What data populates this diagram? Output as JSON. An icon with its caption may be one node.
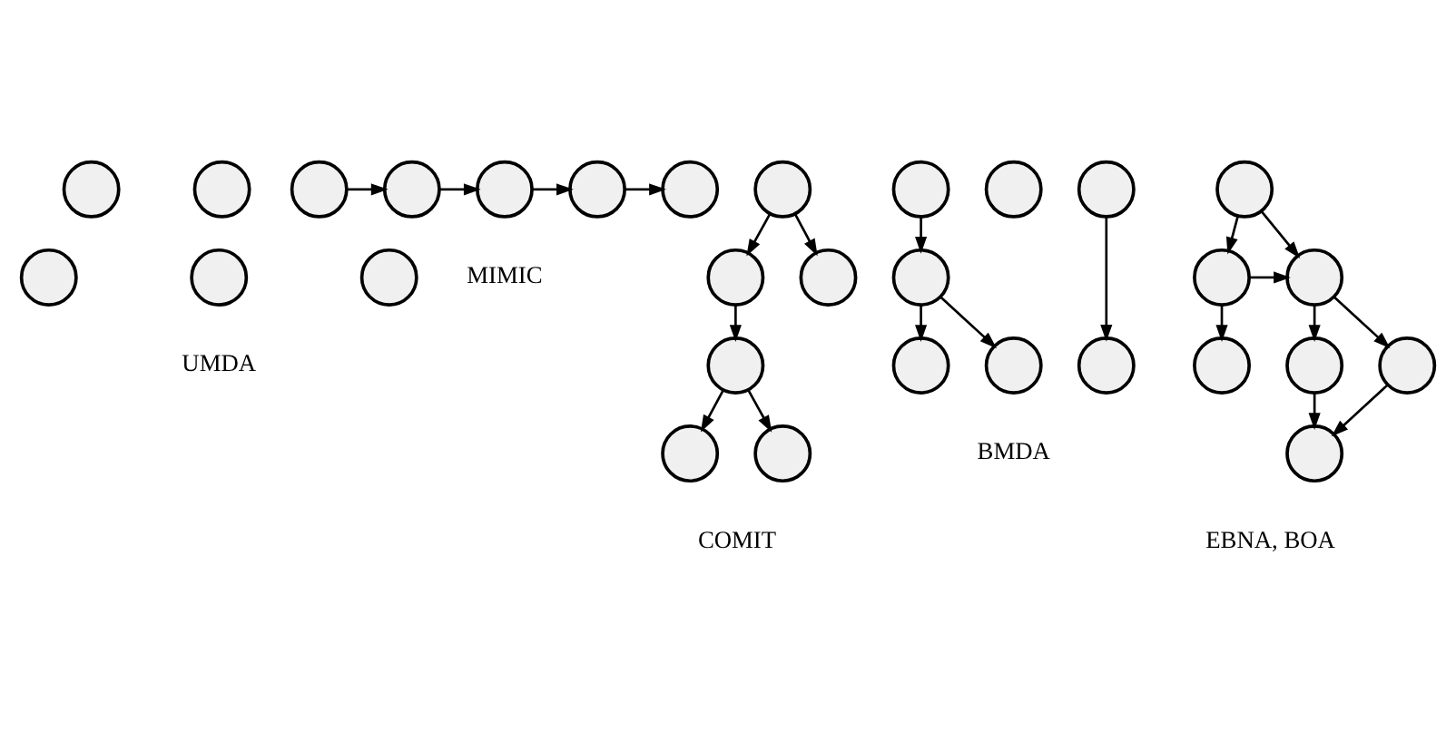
{
  "diagram": {
    "nodes": [
      {
        "text": [],
        "shape": "circle"
      },
      {
        "text": [],
        "shape": "circle"
      },
      {
        "text": [],
        "shape": "circle"
      },
      {
        "text": [],
        "shape": "circle"
      },
      {
        "text": [],
        "shape": "circle"
      },
      {
        "text": [],
        "shape": "circle"
      },
      {
        "text": [],
        "shape": "circle"
      },
      {
        "text": [],
        "shape": "circle"
      },
      {
        "text": [],
        "shape": "circle"
      },
      {
        "text": [],
        "shape": "circle"
      },
      {
        "text": [],
        "shape": "circle"
      },
      {
        "text": [],
        "shape": "circle"
      },
      {
        "text": [],
        "shape": "circle"
      },
      {
        "text": [],
        "shape": "circle"
      },
      {
        "text": [],
        "shape": "circle"
      },
      {
        "text": [],
        "shape": "circle"
      },
      {
        "text": [],
        "shape": "circle"
      },
      {
        "text": [],
        "shape": "circle"
      },
      {
        "text": [],
        "shape": "circle"
      },
      {
        "text": [],
        "shape": "circle"
      },
      {
        "text": [],
        "shape": "circle"
      },
      {
        "text": [],
        "shape": "circle"
      },
      {
        "text": [],
        "shape": "circle"
      },
      {
        "text": [],
        "shape": "circle"
      },
      {
        "text": [],
        "shape": "circle"
      },
      {
        "text": [],
        "shape": "circle"
      },
      {
        "text": [],
        "shape": "circle"
      },
      {
        "text": [],
        "shape": "circle"
      },
      {
        "text": [],
        "shape": "circle"
      },
      {
        "text": [],
        "shape": "circle"
      }
    ],
    "edges": [
      {
        "from": 5,
        "to": 6,
        "arrow": "to"
      },
      {
        "from": 6,
        "to": 7,
        "arrow": "to"
      },
      {
        "from": 7,
        "to": 8,
        "arrow": "to"
      },
      {
        "from": 8,
        "to": 9,
        "arrow": "to"
      },
      {
        "from": 10,
        "to": 11,
        "arrow": "to"
      },
      {
        "from": 10,
        "to": 12,
        "arrow": "to"
      },
      {
        "from": 11,
        "to": 13,
        "arrow": "to"
      },
      {
        "from": 13,
        "to": 14,
        "arrow": "to"
      },
      {
        "from": 13,
        "to": 15,
        "arrow": "to"
      },
      {
        "from": 16,
        "to": 18,
        "arrow": "to"
      },
      {
        "from": 18,
        "to": 20,
        "arrow": "to"
      },
      {
        "from": 18,
        "to": 21,
        "arrow": "to"
      },
      {
        "from": 19,
        "to": 22,
        "arrow": "to"
      },
      {
        "from": 23,
        "to": 24,
        "arrow": "to"
      },
      {
        "from": 23,
        "to": 25,
        "arrow": "to"
      },
      {
        "from": 25,
        "to": 24,
        "arrow": "to"
      },
      {
        "from": 25,
        "to": 26,
        "arrow": "to"
      },
      {
        "from": 24,
        "to": 27,
        "arrow": "to"
      },
      {
        "from": 24,
        "to": 28,
        "arrow": "to"
      },
      {
        "from": 27,
        "to": 29,
        "arrow": "to"
      },
      {
        "from": 28,
        "to": 29,
        "arrow": "to"
      }
    ],
    "labels": [
      "MIMIC",
      "UMDA",
      "COMIT",
      "BMDA",
      "EBNA, BOA"
    ]
  }
}
